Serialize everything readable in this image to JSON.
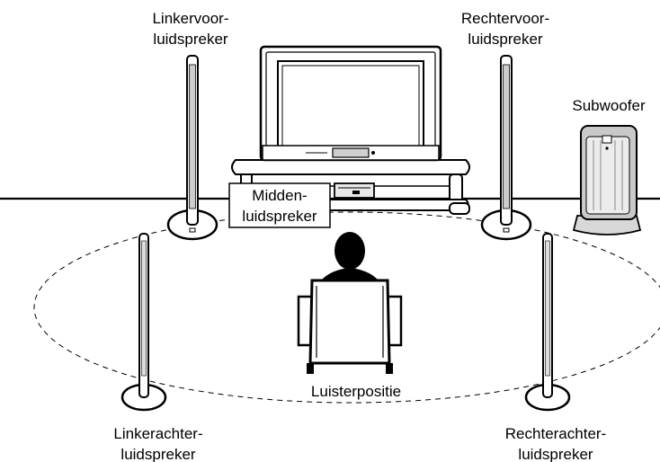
{
  "labels": {
    "front_left_1": "Linkervoor-",
    "front_left_2": "luidspreker",
    "front_right_1": "Rechtervoor-",
    "front_right_2": "luidspreker",
    "subwoofer": "Subwoofer",
    "center_1": "Midden-",
    "center_2": "luidspreker",
    "listening_position": "Luisterpositie",
    "rear_left_1": "Linkerachter-",
    "rear_left_2": "luidspreker",
    "rear_right_1": "Rechterachter-",
    "rear_right_2": "luidspreker"
  }
}
